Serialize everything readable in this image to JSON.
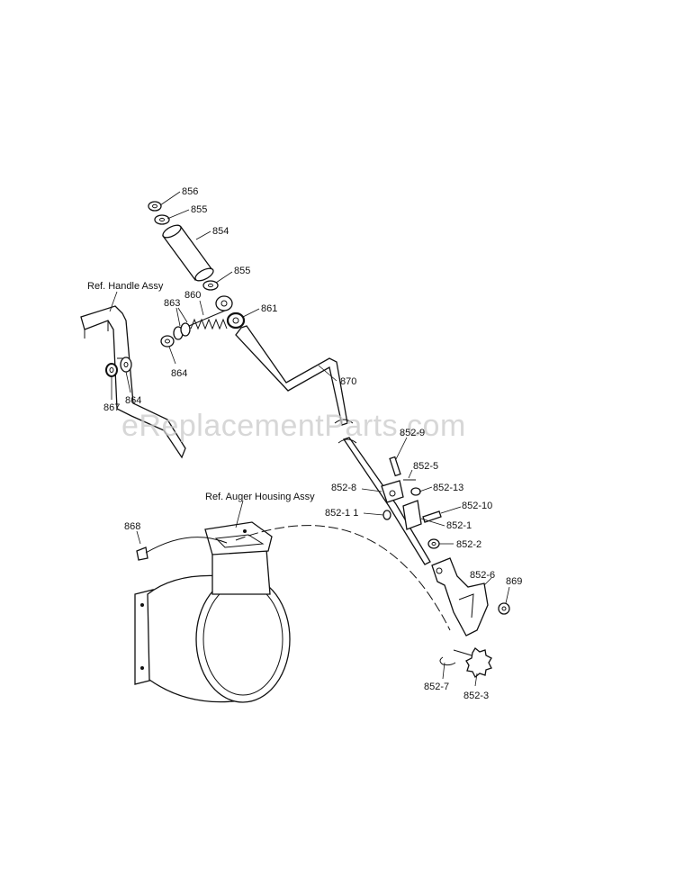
{
  "watermark": "eReplacementParts.com",
  "references": {
    "handle": "Ref. Handle Assy",
    "auger": "Ref. Auger Housing Assy"
  },
  "callouts": {
    "p856": "856",
    "p855_top": "855",
    "p854": "854",
    "p855_low": "855",
    "p860": "860",
    "p861": "861",
    "p863": "863",
    "p864_right": "864",
    "p864_left": "864",
    "p867": "867",
    "p870": "870",
    "p852_9": "852-9",
    "p852_5": "852-5",
    "p852_8": "852-8",
    "p852_13": "852-13",
    "p852_10": "852-10",
    "p852_11": "852-1 1",
    "p852_1": "852-1",
    "p852_2": "852-2",
    "p868": "868",
    "p852_6": "852-6",
    "p869": "869",
    "p852_7": "852-7",
    "p852_3": "852-3"
  }
}
